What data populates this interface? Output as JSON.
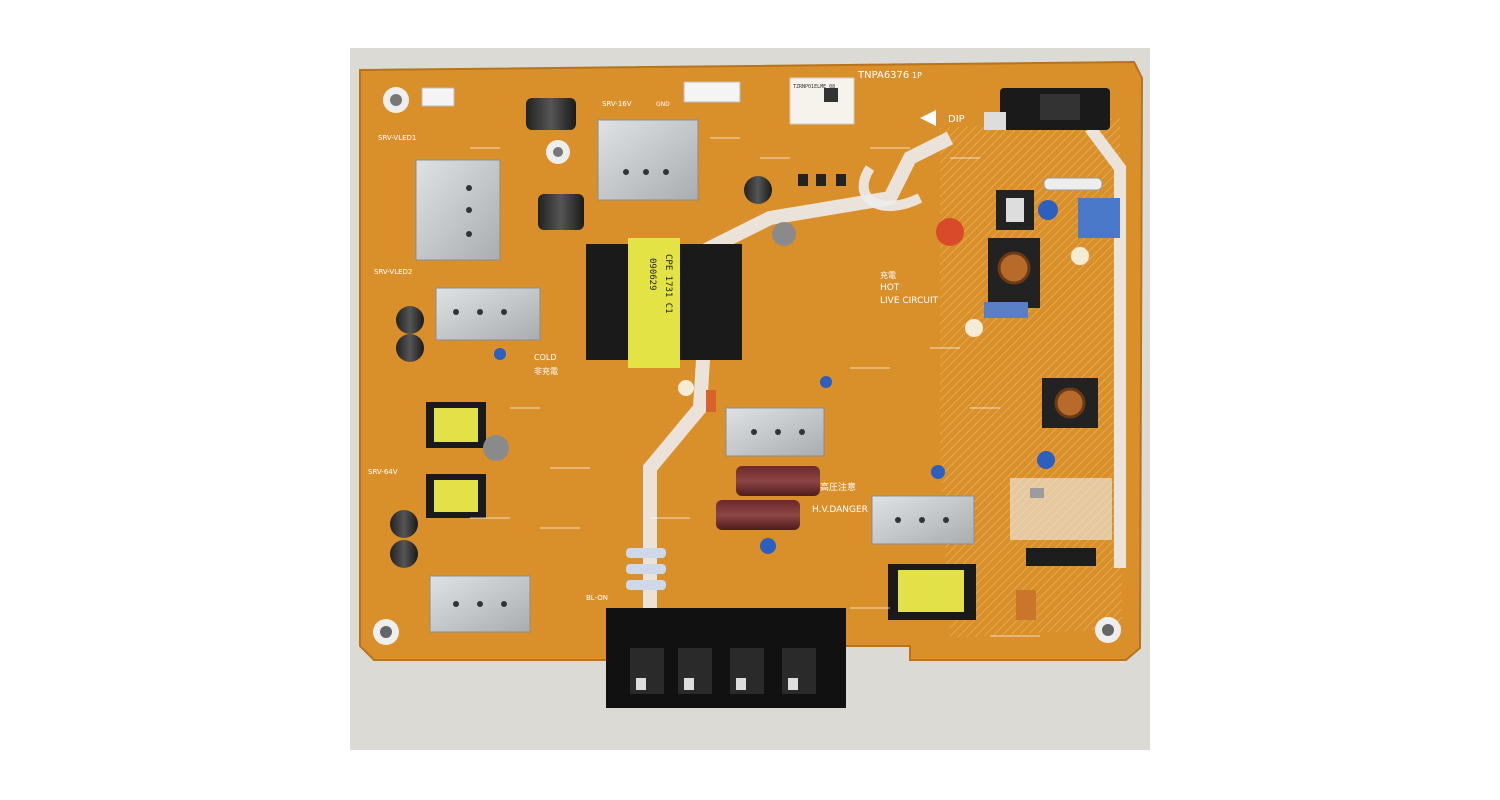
{
  "photo": {
    "subject": "PCB power supply board",
    "colors": {
      "background": "#d9d7d1",
      "board": "#d98f2a",
      "silkscreen": "#ffffff",
      "heatsink": "#c8cbcd",
      "transformer_core": "#1a1a1a",
      "bobbin_label": "#e8e84a",
      "connector": "#111111"
    },
    "labels": {
      "model": "TNPA6376",
      "model_suffix": "1P",
      "dip": "DIP",
      "srv_vled1": "SRV-VLED1",
      "srv_vled2": "SRV-VLED2",
      "srv_16v": "SRV-16V",
      "srv_64v": "SRV-64V",
      "gnd": "GND",
      "bl_on": "BL-ON",
      "cold_en": "COLD",
      "cold_jp": "非充電",
      "hot_jp": "充電",
      "hot_en": "HOT",
      "live_circuit": "LIVE CIRCUIT",
      "hv_jp": "高圧注意",
      "hv_danger": "H.V.DANGER",
      "transformer_code1": "090629",
      "transformer_code2": "CPE 1731 C1",
      "sticker": "TZRNP01ELME 08"
    }
  }
}
